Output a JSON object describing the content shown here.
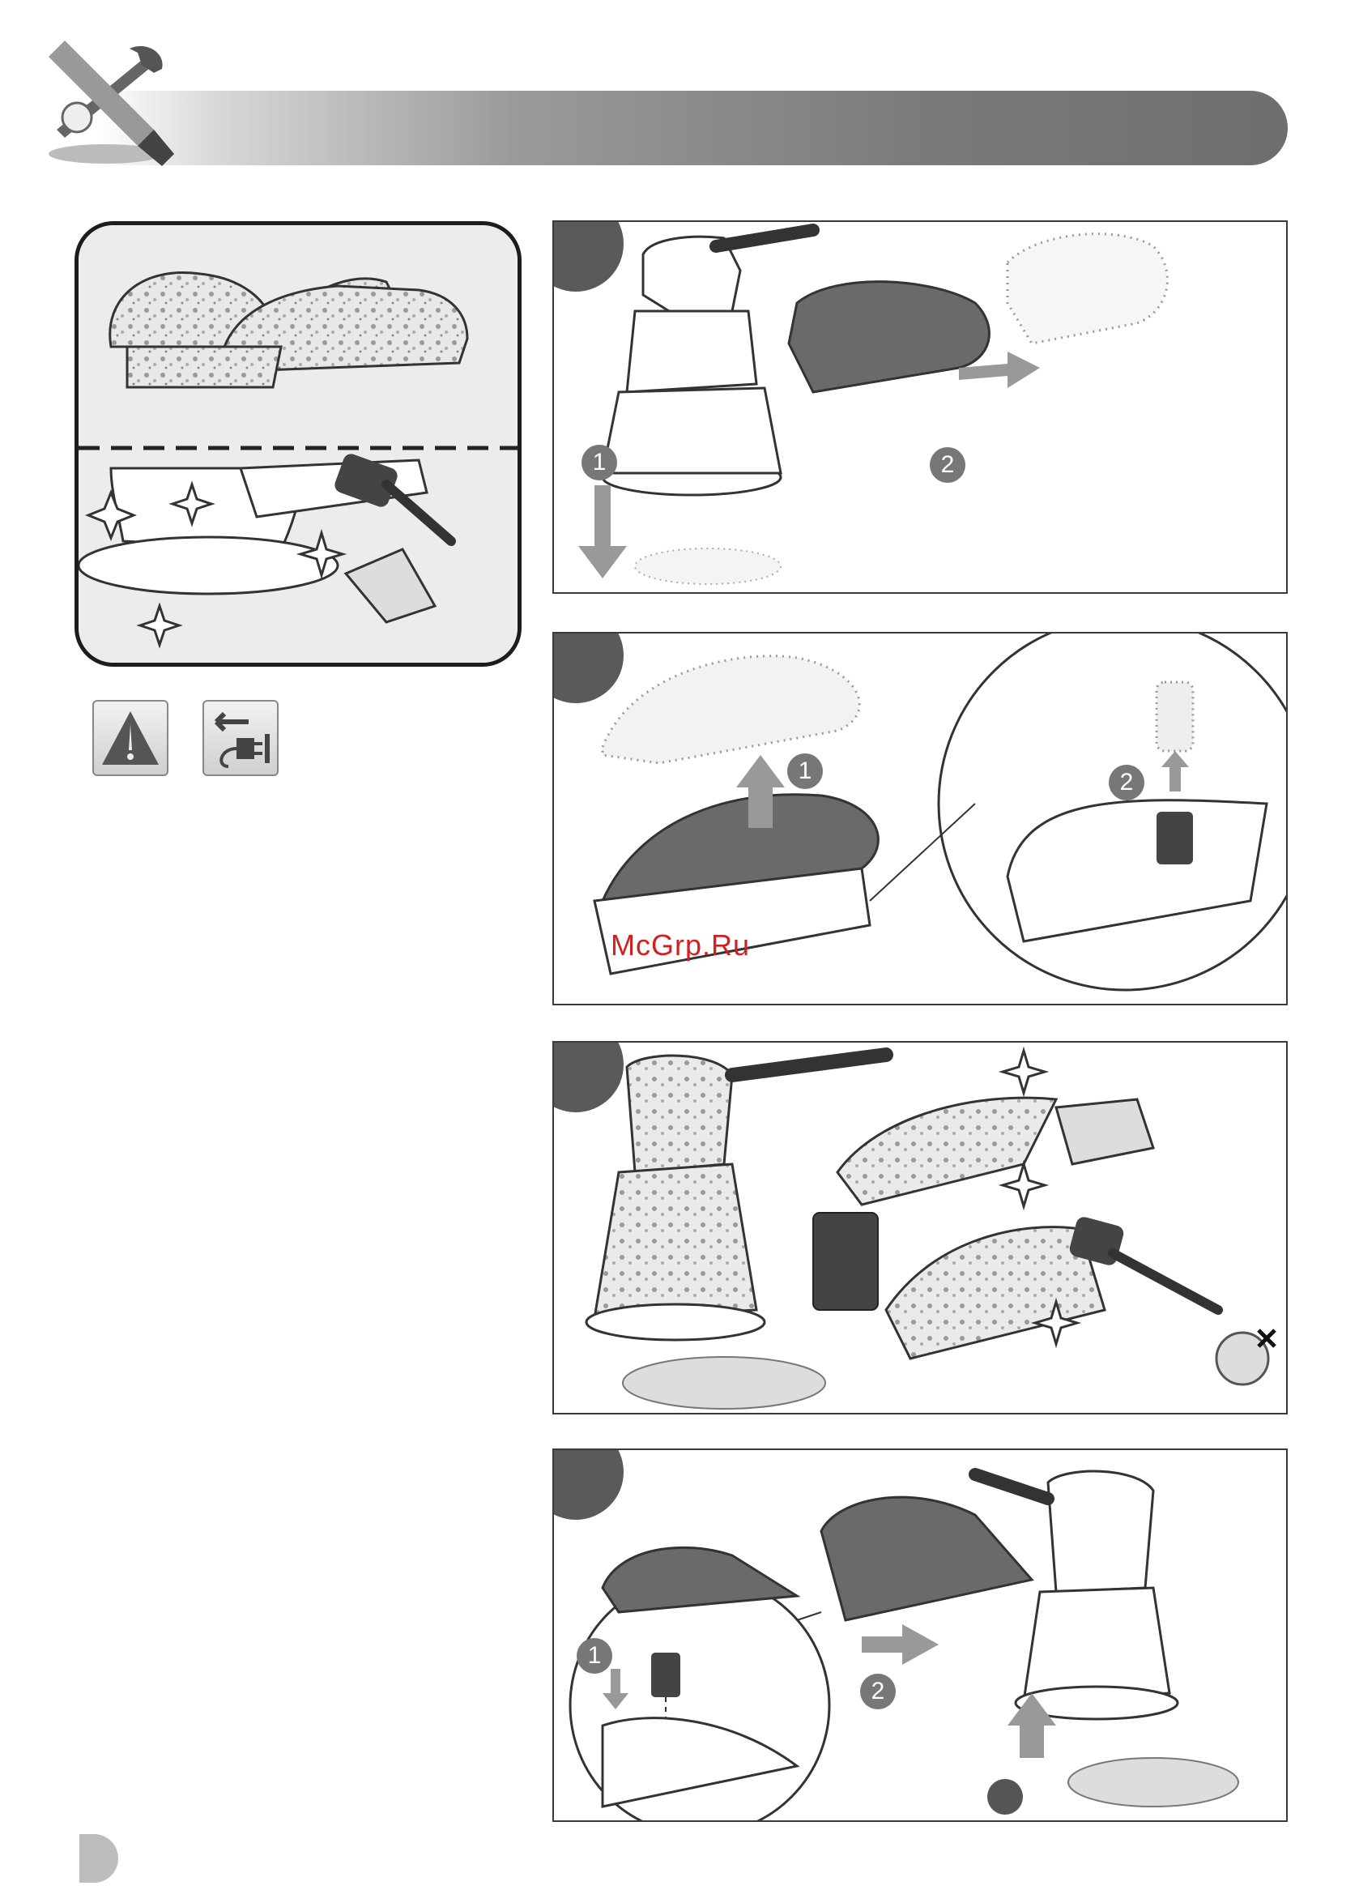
{
  "header": {
    "icon": "screwdriver-wrench-icon"
  },
  "icons": {
    "warning": "warning-triangle-icon",
    "unplug": "unplug-icon"
  },
  "steps": [
    {
      "badge": "",
      "labels": [
        "1",
        "2"
      ]
    },
    {
      "badge": "",
      "labels": [
        "1",
        "2"
      ]
    },
    {
      "badge": ""
    },
    {
      "badge": "",
      "labels": [
        "1",
        "2"
      ]
    }
  ],
  "watermark": "McGrp.Ru",
  "colors": {
    "header_dark": "#6e6e6e",
    "badge": "#5a5a5a",
    "number_circle": "#777777",
    "watermark": "#d02020"
  }
}
